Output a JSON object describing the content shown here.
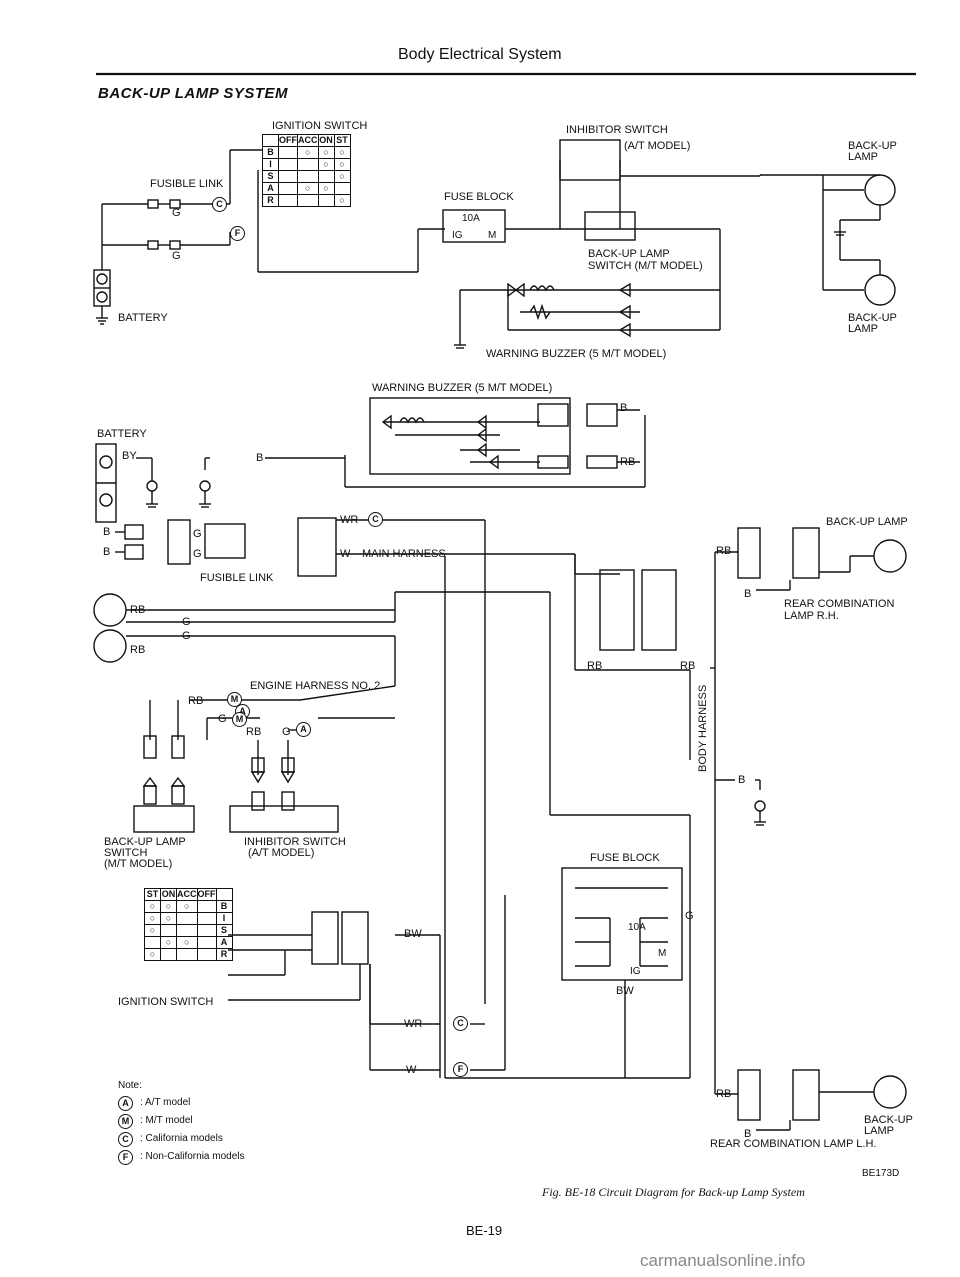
{
  "header": {
    "title": "Body Electrical System"
  },
  "section_title": "BACK-UP LAMP SYSTEM",
  "top_diagram": {
    "ignition_switch": "IGNITION SWITCH",
    "grid_header": [
      "OFF",
      "ACC",
      "ON",
      "ST"
    ],
    "grid_rows": [
      "B",
      "I",
      "S",
      "A",
      "R"
    ],
    "fusible_link": "FUSIBLE LINK",
    "wire_g": "G",
    "battery": "BATTERY",
    "fuse_block": "FUSE BLOCK",
    "fuse_rating": "10A",
    "fuse_ig": "IG",
    "fuse_m": "M",
    "inhibitor_switch": "INHIBITOR SWITCH",
    "at_model": "(A/T MODEL)",
    "backup_lamp_switch": "BACK-UP LAMP",
    "backup_lamp_switch_2": "SWITCH (M/T MODEL)",
    "backup_lamp": "BACK-UP",
    "backup_lamp_2": "LAMP",
    "warning_buzzer": "WARNING BUZZER (5 M/T MODEL)"
  },
  "wiring_diagram": {
    "warning_buzzer": "WARNING BUZZER (5 M/T MODEL)",
    "battery": "BATTERY",
    "wire_by": "BY",
    "wire_b": "B",
    "wire_g": "G",
    "wire_rb": "RB",
    "wire_wr": "WR",
    "wire_w": "W",
    "wire_bw": "BW",
    "fusible_link": "FUSIBLE LINK",
    "main_harness": "MAIN HARNESS",
    "engine_harness": "ENGINE HARNESS NO. 2",
    "body_harness": "BODY HARNESS",
    "backup_lamp_switch": "BACK-UP LAMP",
    "backup_lamp_switch_2": "SWITCH",
    "mt_model": "(M/T MODEL)",
    "inhibitor_switch": "INHIBITOR SWITCH",
    "at_model": "(A/T MODEL)",
    "ignition_switch": "IGNITION SWITCH",
    "grid_header": [
      "ST",
      "ON",
      "ACC",
      "OFF"
    ],
    "grid_rows": [
      "B",
      "I",
      "S",
      "A",
      "R"
    ],
    "fuse_block": "FUSE BLOCK",
    "fuse_rating": "10A",
    "fuse_m": "M",
    "fuse_ig": "IG",
    "rear_rh_title": "BACK-UP LAMP",
    "rear_rh": "REAR COMBINATION",
    "rear_rh_2": "LAMP R.H.",
    "backup_lamp_lh": "BACK-UP",
    "backup_lamp_lh_2": "LAMP",
    "rear_lh": "REAR COMBINATION LAMP L.H."
  },
  "notes": {
    "title": "Note:",
    "items": [
      {
        "symbol": "A",
        "text": ": A/T model"
      },
      {
        "symbol": "M",
        "text": ": M/T model"
      },
      {
        "symbol": "C",
        "text": ": California models"
      },
      {
        "symbol": "F",
        "text": ": Non-California models"
      }
    ]
  },
  "figure": {
    "code": "BE173D",
    "caption": "Fig. BE-18  Circuit Diagram for Back-up Lamp System"
  },
  "page_number": "BE-19",
  "watermark": "carmanualsonline.info"
}
